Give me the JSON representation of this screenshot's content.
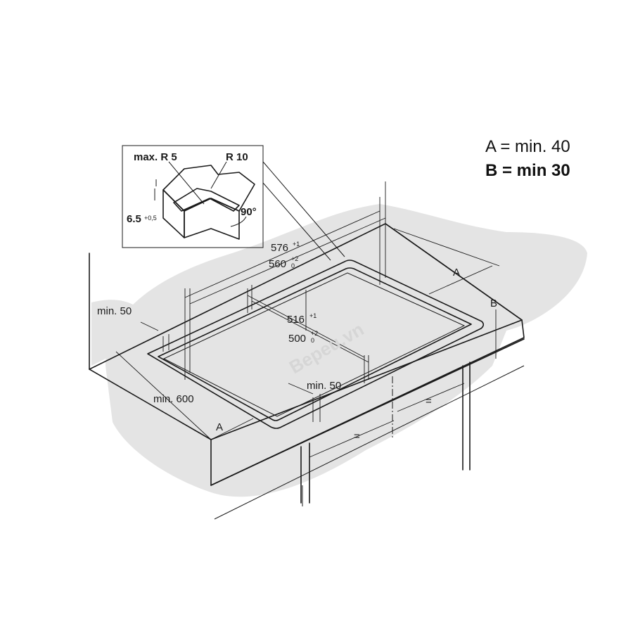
{
  "legend": {
    "a_line": "A = min. 40",
    "b_line": "B = min 30"
  },
  "detail": {
    "max_r": "max. R 5",
    "r": "R 10",
    "depth": "6.5",
    "depth_tol": "+0,5",
    "angle": "90°"
  },
  "dims": {
    "d576": "576",
    "d576_tol": "+1",
    "d560": "560",
    "d560_tol_top": "+2",
    "d560_tol_bot": "0",
    "d516": "516",
    "d516_tol": "+1",
    "d500": "500",
    "d500_tol_top": "+2",
    "d500_tol_bot": "0",
    "min50_left": "min. 50",
    "min50_front": "min. 50",
    "min600": "min. 600",
    "a_front": "A",
    "a_back": "A",
    "b_side": "B",
    "eq1": "=",
    "eq2": "="
  },
  "watermark": "Bepeu.vn",
  "colors": {
    "line": "#1a1a1a",
    "shadow": "#e3e3e3"
  }
}
